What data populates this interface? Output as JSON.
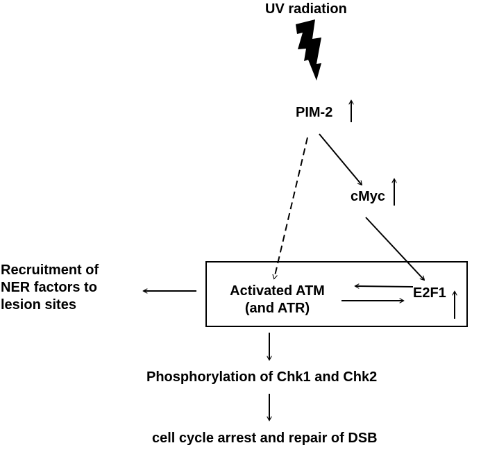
{
  "nodes": {
    "uv": "UV radiation",
    "pim2": "PIM-2",
    "cmyc": "cMyc",
    "atm": "Activated ATM\n(and ATR)",
    "e2f1": "E2F1",
    "ner": "Recruitment of\nNER factors to\nlesion sites",
    "chk": "Phosphorylation of Chk1 and Chk2",
    "arrest": "cell cycle arrest and repair of DSB"
  },
  "colors": {
    "ink": "#000000",
    "background": "#ffffff"
  },
  "icons": {
    "uv": "lightning-bolt-icon",
    "up": "up-arrow-icon"
  }
}
